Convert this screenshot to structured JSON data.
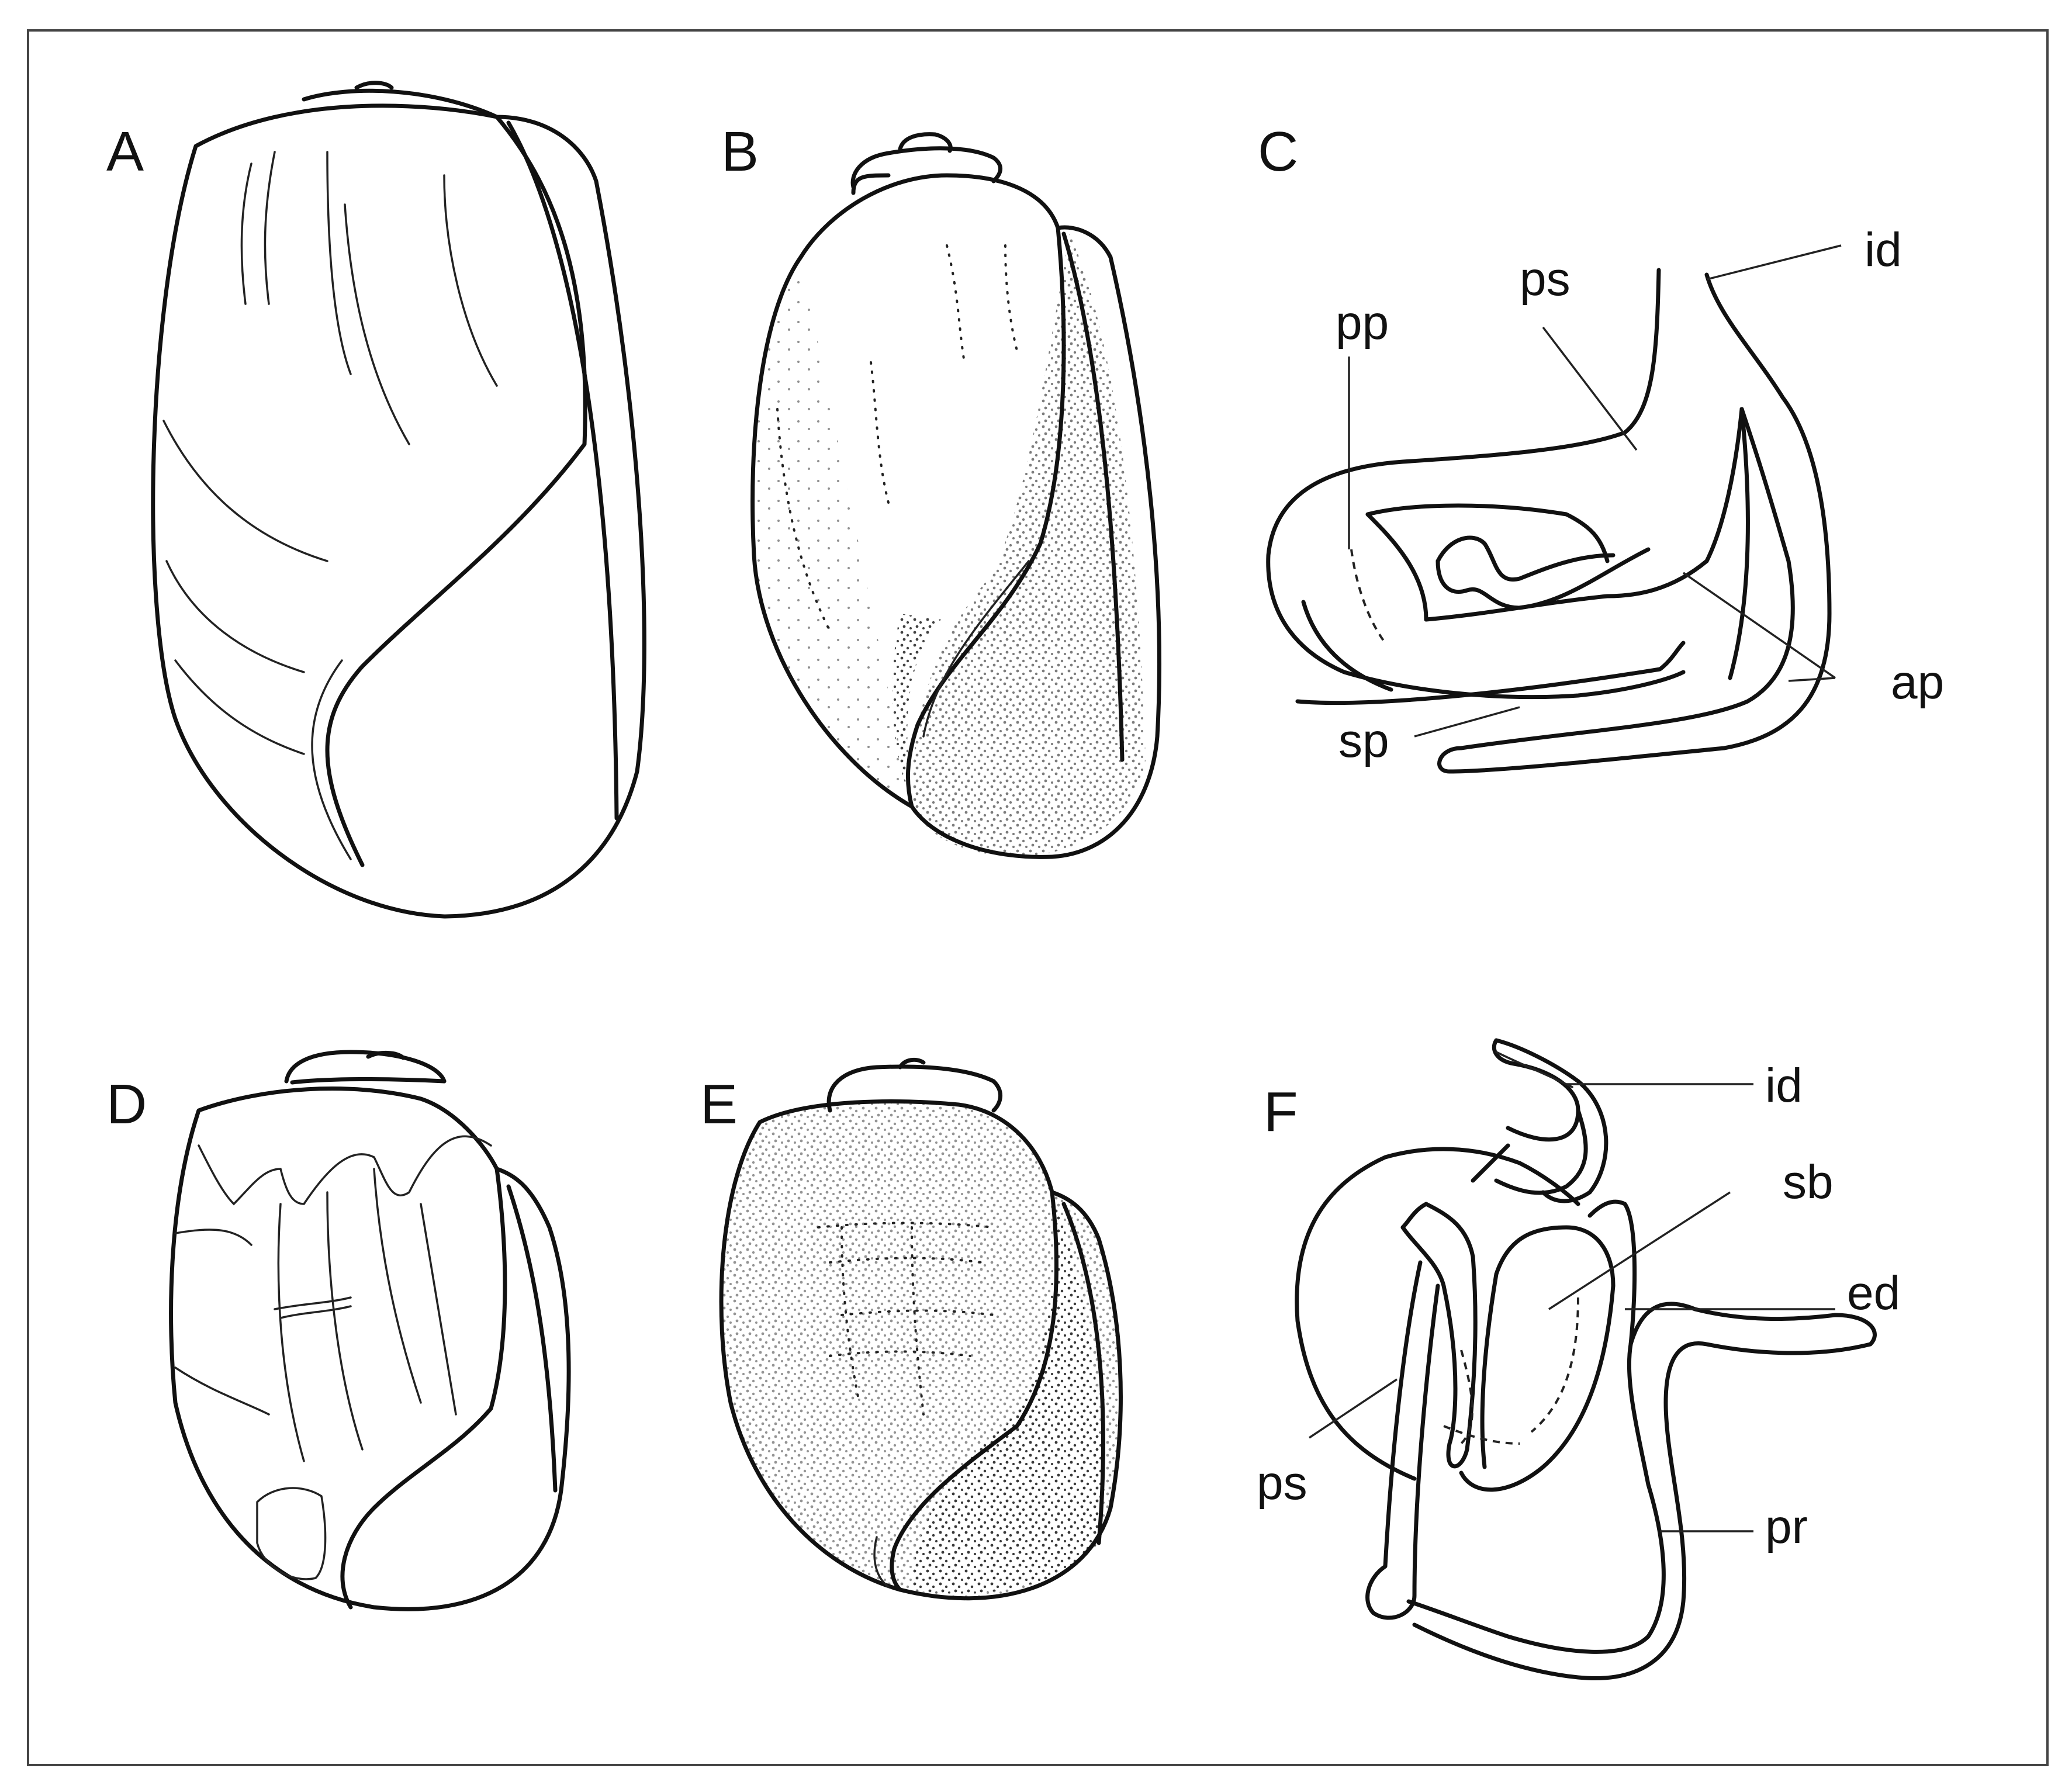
{
  "panels": {
    "A": "A",
    "B": "B",
    "C": "C",
    "D": "D",
    "E": "E",
    "F": "F"
  },
  "labels": {
    "c_id": "id",
    "c_ps": "ps",
    "c_pp": "pp",
    "c_ap": "ap",
    "c_sp": "sp",
    "f_id": "id",
    "f_sb": "sb",
    "f_ed": "ed",
    "f_ps": "ps",
    "f_pr": "pr"
  },
  "colors": {
    "ink": "#111111",
    "background": "#ffffff"
  }
}
